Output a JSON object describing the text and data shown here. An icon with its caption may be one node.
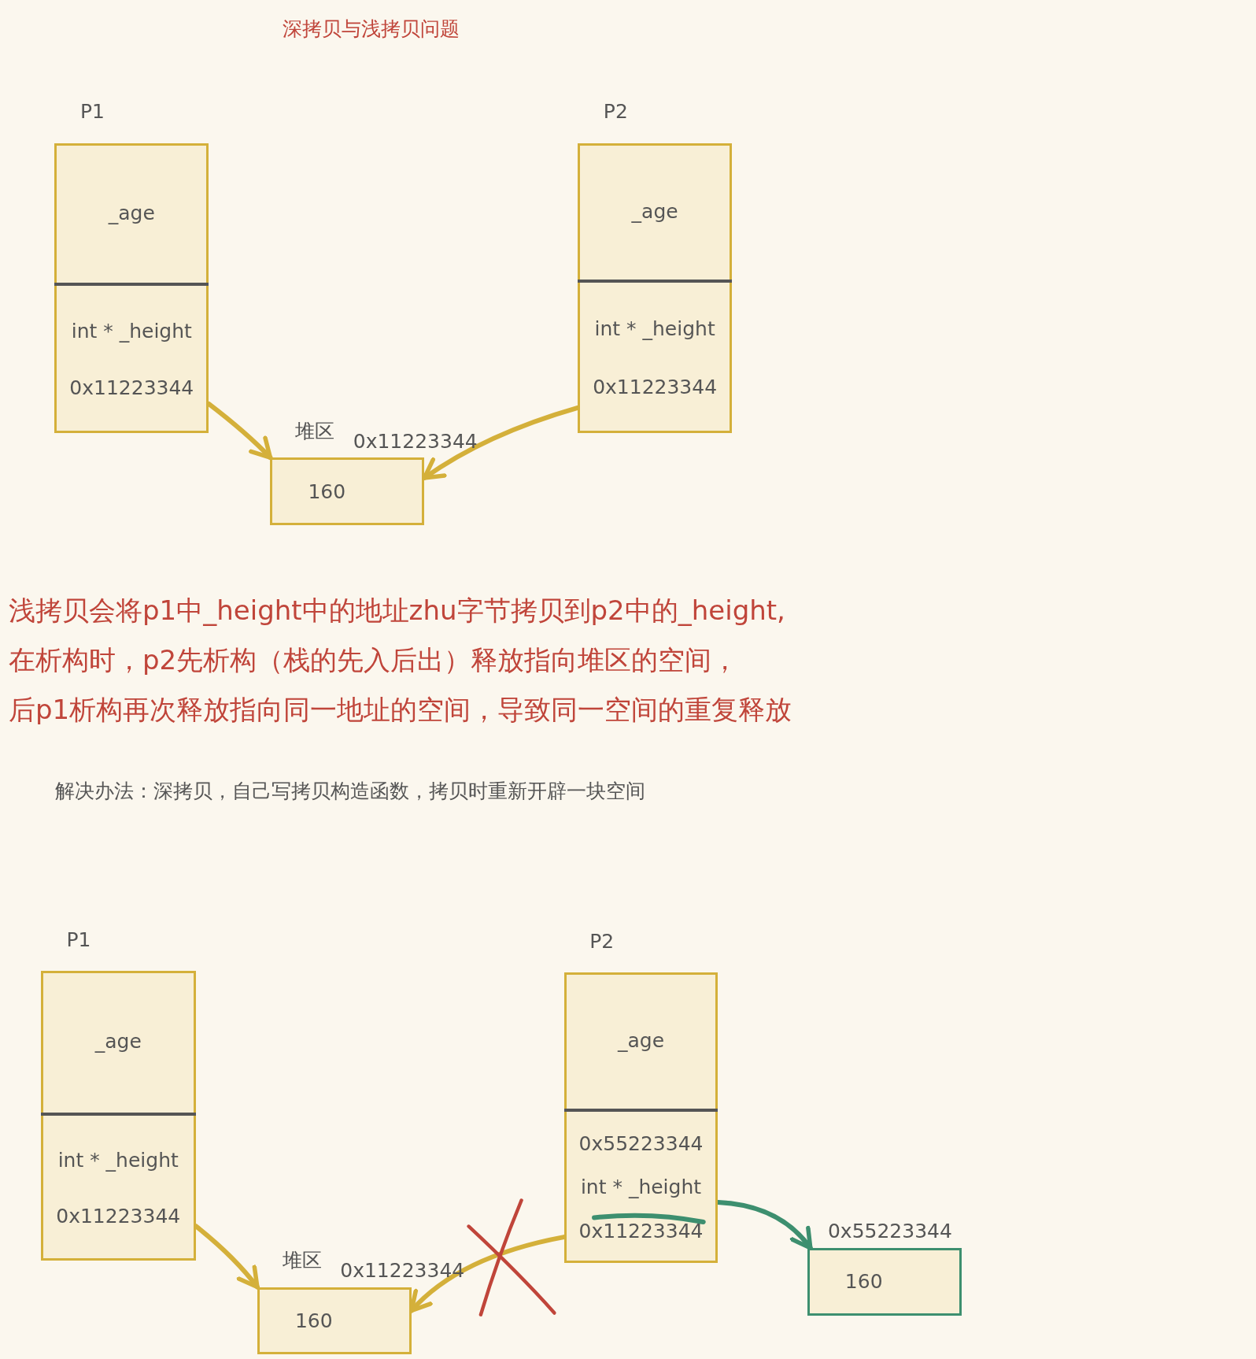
{
  "diagram": {
    "title": "深拷贝与浅拷贝问题",
    "nodes": [
      {
        "text": [
          "P1"
        ]
      },
      {
        "text": [
          "_age"
        ],
        "in": 0
      },
      {
        "text": [
          "int * _height",
          "0x11223344"
        ],
        "in": 0
      },
      {
        "text": [
          "P2"
        ]
      },
      {
        "text": [
          "_age"
        ],
        "in": 3
      },
      {
        "text": [
          "int * _height",
          "0x11223344"
        ],
        "in": 3
      },
      {
        "text": [
          "160"
        ],
        "beside": [
          "堆区",
          "0x11223344"
        ]
      },
      {
        "text": [
          "P1"
        ]
      },
      {
        "text": [
          "_age"
        ],
        "in": 7
      },
      {
        "text": [
          "int * _height",
          "0x11223344"
        ],
        "in": 7
      },
      {
        "text": [
          "P2"
        ]
      },
      {
        "text": [
          "_age"
        ],
        "in": 10
      },
      {
        "text": [
          "0x55223344",
          "int * _height",
          "0x11223344"
        ],
        "in": 10
      },
      {
        "text": [
          "160"
        ],
        "beside": [
          "堆区",
          "0x11223344"
        ]
      },
      {
        "text": [
          "160"
        ],
        "beside": [
          "0x55223344"
        ]
      }
    ],
    "edges": [
      {
        "from": 2,
        "to": 6,
        "arrow": "to"
      },
      {
        "from": 5,
        "to": 6,
        "arrow": "to"
      },
      {
        "from": 9,
        "to": 13,
        "arrow": "to"
      },
      {
        "from": 12,
        "to": 13,
        "arrow": "to"
      },
      {
        "from": 12,
        "to": 14,
        "arrow": "to",
        "color": "#3d8f6f"
      }
    ],
    "labels": [
      "浅拷贝会将p1中_height中的地址zhu字节拷贝到p2中的_height,",
      "在析构时，p2先析构（栈的先入后出）释放指向堆区的空间，",
      "后p1析构再次释放指向同一地址的空间，导致同一空间的重复释放",
      "解决办法：深拷贝，自己写拷贝构造函数，拷贝时重新开辟一块空间"
    ]
  }
}
